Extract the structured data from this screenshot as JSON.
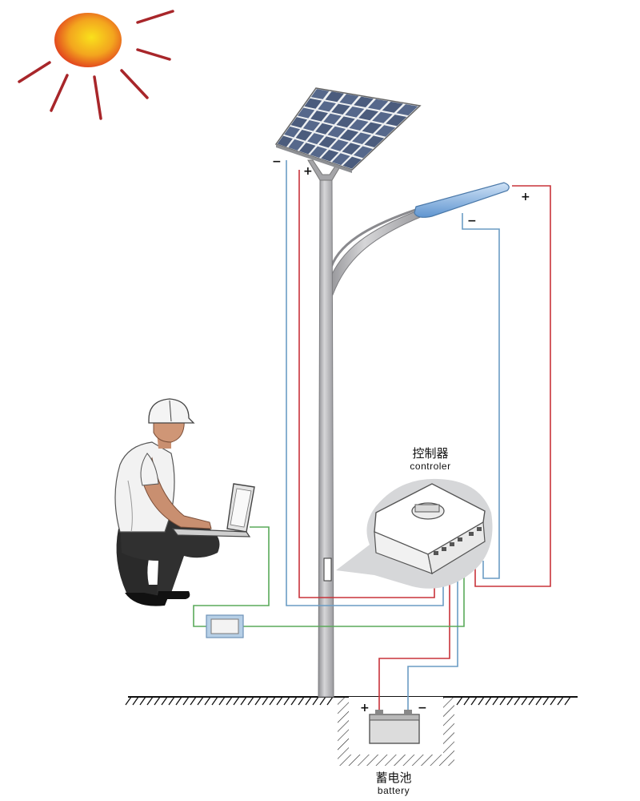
{
  "labels": {
    "controller_cn": "控制器",
    "controller_en": "controler",
    "battery_cn": "蓄电池",
    "battery_en": "battery"
  },
  "polarity": {
    "panel_negative": "−",
    "panel_positive": "+",
    "lamp_positive": "+",
    "lamp_negative": "−",
    "battery_positive": "+",
    "battery_negative": "−"
  },
  "colors": {
    "positive_wire": "#c8333a",
    "negative_wire": "#6a9cc4",
    "data_wire": "#5aaa5a",
    "sun_core": "#f7d21c",
    "sun_edge": "#e0351e",
    "sun_rays": "#a8262a",
    "pole": "#b5b5b8",
    "panel_cell": "#4a5a7a",
    "lamp": "#8ab6e6"
  },
  "icons": [
    "sun-icon",
    "solar-panel-icon",
    "street-lamp-icon",
    "controller-icon",
    "battery-icon",
    "technician-icon",
    "laptop-icon"
  ]
}
